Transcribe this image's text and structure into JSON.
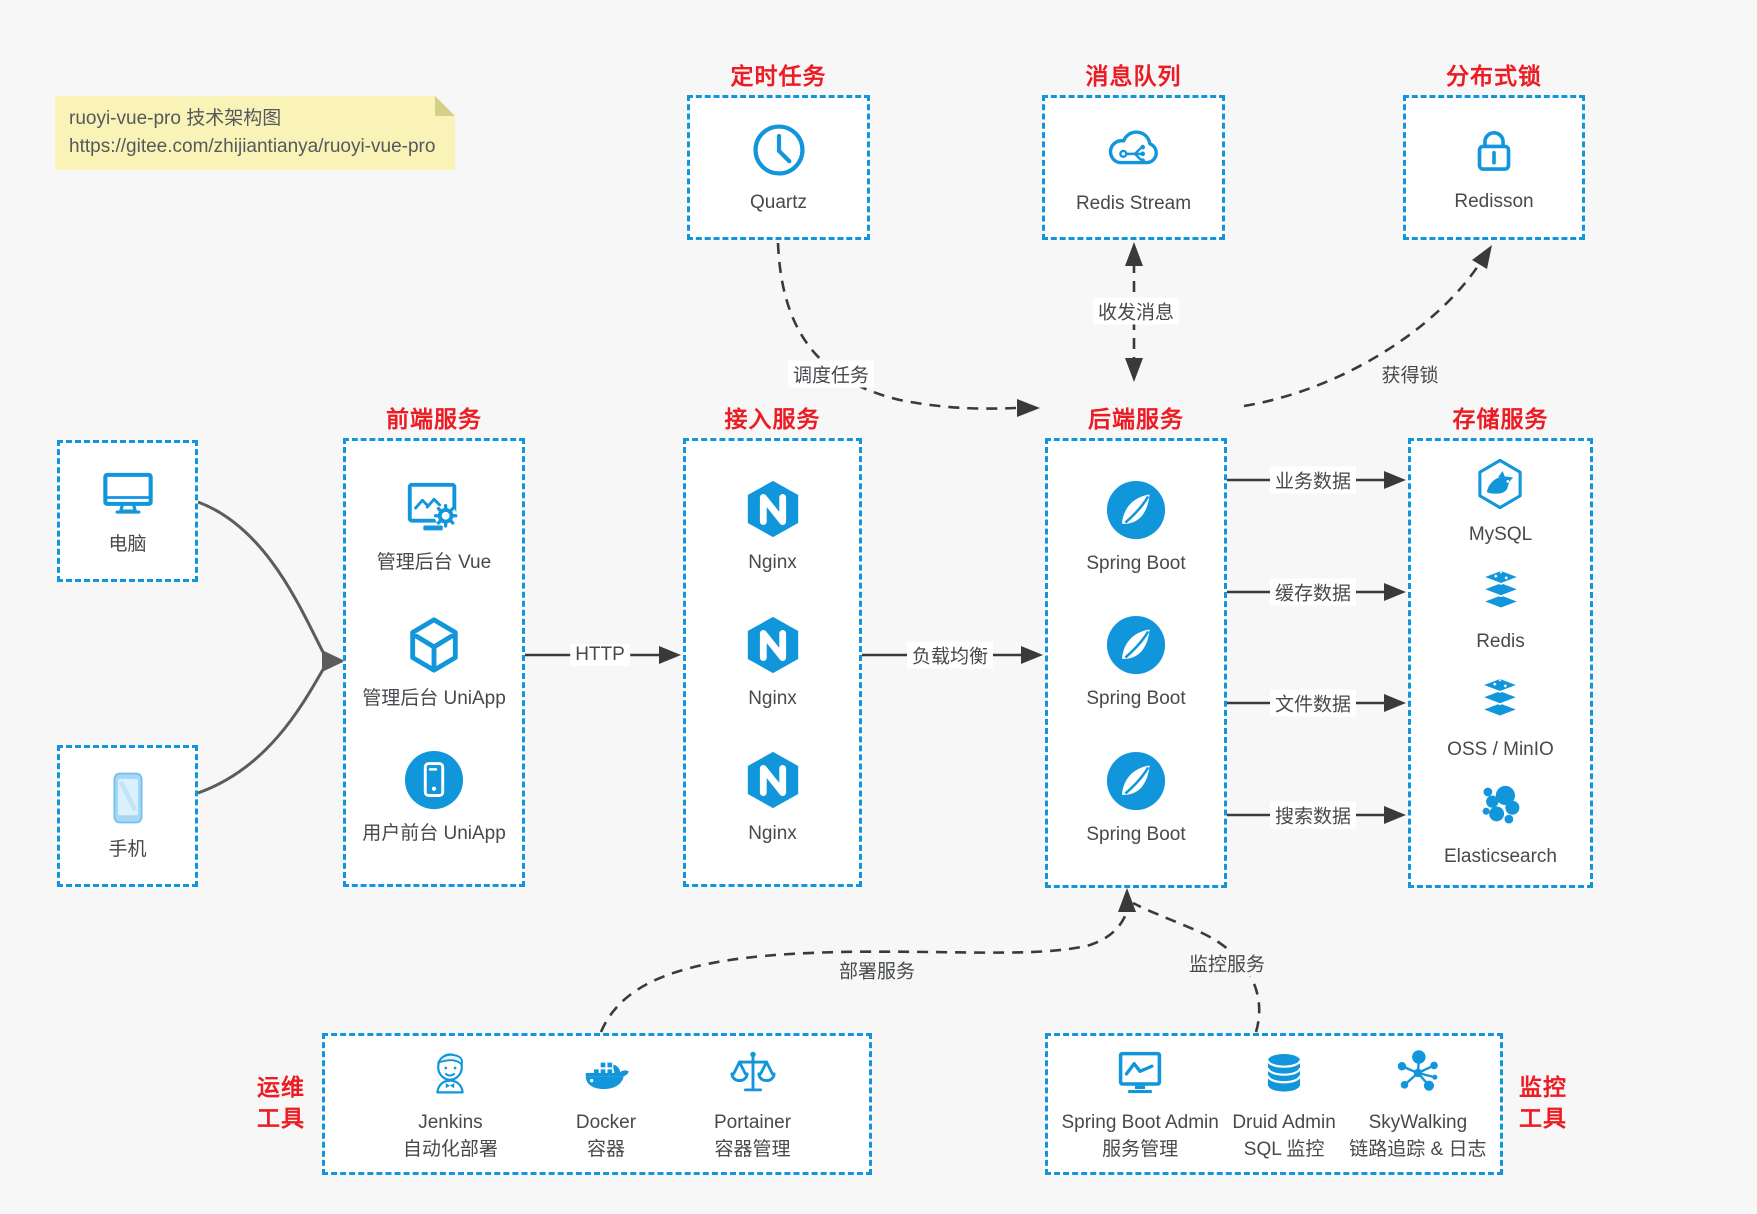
{
  "note": {
    "line1": "ruoyi-vue-pro 技术架构图",
    "line2": "https://gitee.com/zhijiantianya/ruoyi-vue-pro"
  },
  "colors": {
    "accent_blue": "#1296db",
    "title_red": "#ed1b23",
    "background": "#f7f7f7",
    "box_background": "#ffffff",
    "label_text": "#464a4d",
    "arrow_dark": "#3a3a3a",
    "device_arrow_gray": "#5c5c5c",
    "note_background": "#faf3b8"
  },
  "top_groups": [
    {
      "title": "定时任务",
      "items": [
        {
          "icon": "clock-icon",
          "label": "Quartz"
        }
      ]
    },
    {
      "title": "消息队列",
      "items": [
        {
          "icon": "mq-cloud-icon",
          "label": "Redis Stream"
        }
      ]
    },
    {
      "title": "分布式锁",
      "items": [
        {
          "icon": "lock-icon",
          "label": "Redisson"
        }
      ]
    }
  ],
  "device_groups": [
    {
      "items": [
        {
          "icon": "desktop-icon",
          "label": "电脑"
        }
      ]
    },
    {
      "items": [
        {
          "icon": "mobile-icon",
          "label": "手机"
        }
      ]
    }
  ],
  "main_groups": [
    {
      "title": "前端服务",
      "items": [
        {
          "icon": "admin-vue-icon",
          "label": "管理后台 Vue"
        },
        {
          "icon": "uniapp-cube-icon",
          "label": "管理后台 UniApp"
        },
        {
          "icon": "user-app-icon",
          "label": "用户前台 UniApp"
        }
      ]
    },
    {
      "title": "接入服务",
      "items": [
        {
          "icon": "nginx-icon",
          "label": "Nginx"
        },
        {
          "icon": "nginx-icon",
          "label": "Nginx"
        },
        {
          "icon": "nginx-icon",
          "label": "Nginx"
        }
      ]
    },
    {
      "title": "后端服务",
      "items": [
        {
          "icon": "spring-boot-icon",
          "label": "Spring Boot"
        },
        {
          "icon": "spring-boot-icon",
          "label": "Spring Boot"
        },
        {
          "icon": "spring-boot-icon",
          "label": "Spring Boot"
        }
      ]
    },
    {
      "title": "存储服务",
      "items": [
        {
          "icon": "mysql-icon",
          "label": "MySQL"
        },
        {
          "icon": "redis-stack-icon",
          "label": "Redis"
        },
        {
          "icon": "oss-stack-icon",
          "label": "OSS / MinIO"
        },
        {
          "icon": "elasticsearch-icon",
          "label": "Elasticsearch"
        }
      ]
    }
  ],
  "bottom_groups": [
    {
      "side_label": {
        "line1": "运维",
        "line2": "工具"
      },
      "items": [
        {
          "icon": "jenkins-icon",
          "label": "Jenkins",
          "sublabel": "自动化部署"
        },
        {
          "icon": "docker-icon",
          "label": "Docker",
          "sublabel": "容器"
        },
        {
          "icon": "portainer-icon",
          "label": "Portainer",
          "sublabel": "容器管理"
        }
      ]
    },
    {
      "side_label": {
        "line1": "监控",
        "line2": "工具"
      },
      "items": [
        {
          "icon": "spring-boot-admin-icon",
          "label": "Spring Boot Admin",
          "sublabel": "服务管理"
        },
        {
          "icon": "druid-icon",
          "label": "Druid Admin",
          "sublabel": "SQL 监控"
        },
        {
          "icon": "skywalking-icon",
          "label": "SkyWalking",
          "sublabel": "链路追踪 & 日志"
        }
      ]
    }
  ],
  "edges": {
    "http": "HTTP",
    "load_balance": "负载均衡",
    "schedule": "调度任务",
    "messages": "收发消息",
    "acquire_lock": "获得锁",
    "business_data": "业务数据",
    "cache_data": "缓存数据",
    "file_data": "文件数据",
    "search_data": "搜索数据",
    "deploy": "部署服务",
    "monitor": "监控服务"
  }
}
